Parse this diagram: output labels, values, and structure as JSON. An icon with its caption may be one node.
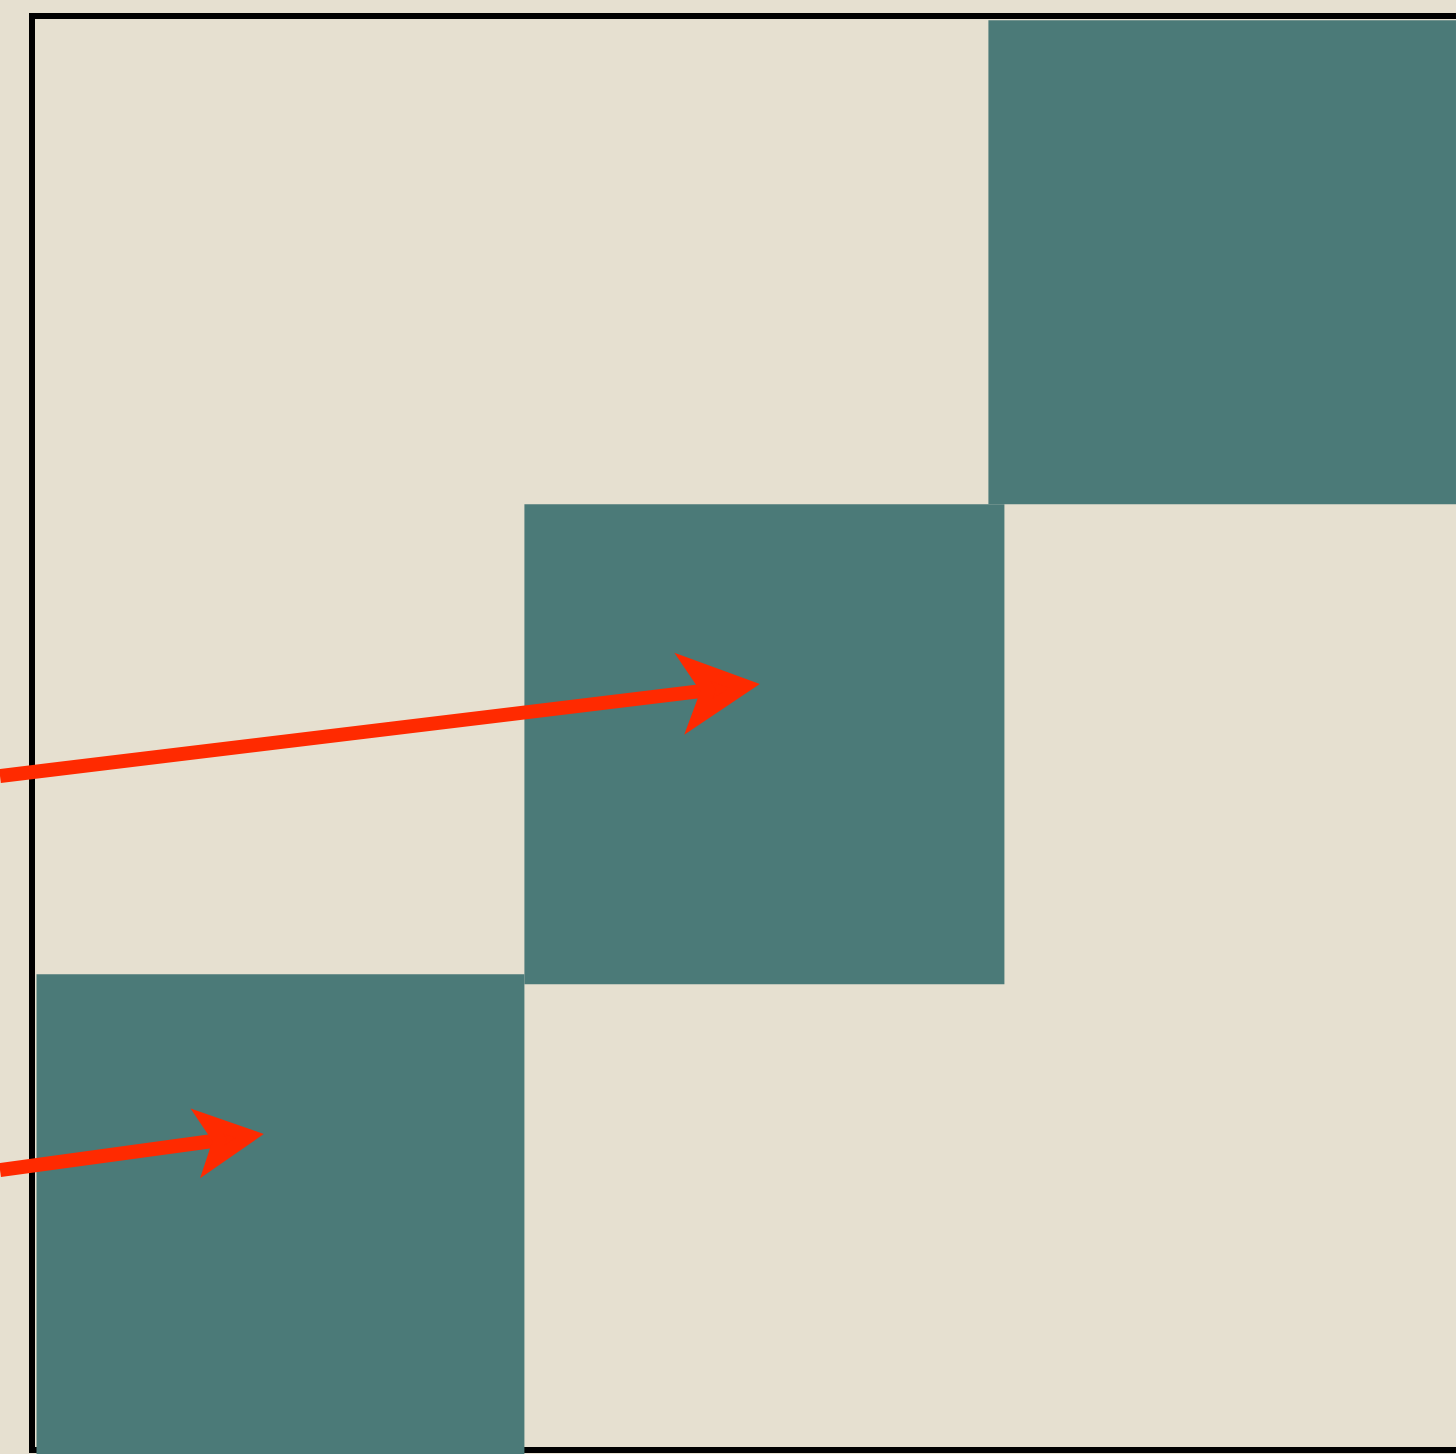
{
  "diagram": {
    "nodes": [
      {
        "text": [],
        "shape": "box"
      },
      {
        "text": [],
        "shape": "box"
      },
      {
        "text": [],
        "shape": "box"
      }
    ],
    "edges": [
      {
        "from": null,
        "to": 1,
        "arrow": "to"
      },
      {
        "from": null,
        "to": 2,
        "arrow": "to"
      }
    ]
  }
}
